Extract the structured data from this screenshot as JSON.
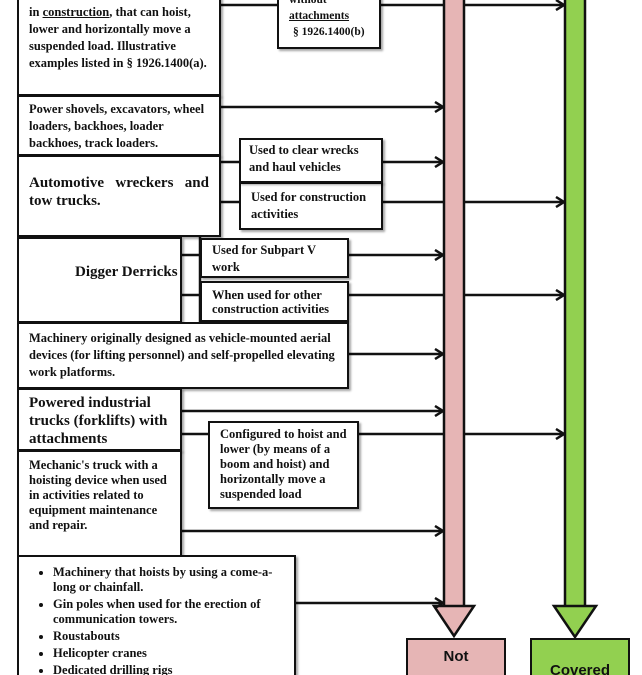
{
  "colors": {
    "not_covered": "#e6b5b5",
    "covered": "#92d050",
    "line": "#111111"
  },
  "boxes": {
    "equipment_pre": "in ",
    "equipment_link": "construction",
    "equipment_post": ", that can hoist, lower and horizontally move a suspended load.  Illustrative examples listed in § 1926.1400(a).",
    "without_line1": "without",
    "without_line2": "attachments",
    "without_line3": "§ 1926.1400(b)",
    "power_shovels": "Power shovels, excavators, wheel loaders, backhoes, loader backhoes, track loaders.",
    "wreckers": "Automotive wreckers and tow trucks.",
    "clear_wrecks": "Used to clear wrecks and haul vehicles",
    "construction_activities": "Used for construction activities",
    "digger_derricks": "Digger Derricks",
    "subpart_v": "Used for Subpart V work",
    "other_construction": "When used for other construction activities",
    "aerial": "Machinery originally designed as vehicle-mounted aerial devices (for lifting personnel) and self-propelled elevating work platforms.",
    "forklifts": "Powered industrial trucks (forklifts) with attachments",
    "configured": "Configured to hoist and lower (by means of a boom and hoist) and horizontally move a suspended load",
    "mechanic": "Mechanic's truck with a hoisting device when used in activities related to equipment maintenance and repair.",
    "list": [
      "Machinery that hoists by using a come-a-long or chainfall.",
      "Gin poles when used for the erection of communication towers.",
      "Roustabouts",
      "Helicopter cranes",
      "Dedicated drilling rigs"
    ]
  },
  "results": {
    "not_covered": "Not",
    "covered": "Covered"
  }
}
